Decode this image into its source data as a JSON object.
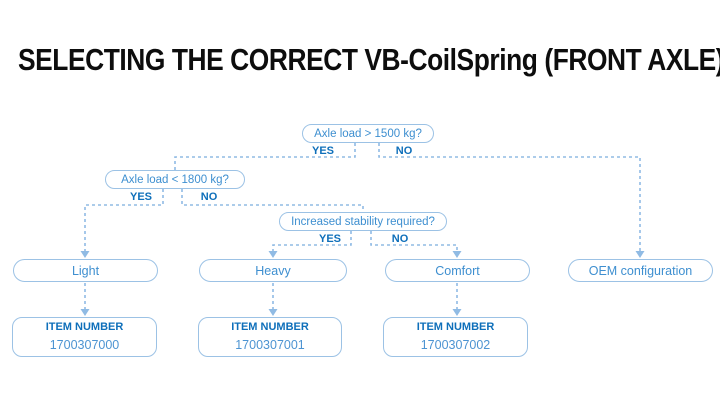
{
  "title": "SELECTING THE CORRECT VB-CoilSpring (FRONT AXLE)",
  "flowchart": {
    "decisions": [
      {
        "question": "Axle load > 1500 kg?",
        "yes_label": "YES",
        "no_label": "NO"
      },
      {
        "question": "Axle load < 1800 kg?",
        "yes_label": "YES",
        "no_label": "NO"
      },
      {
        "question": "Increased stability required?",
        "yes_label": "YES",
        "no_label": "NO"
      }
    ],
    "options": [
      {
        "label": "Light",
        "item_number_label": "ITEM NUMBER",
        "item_number": "1700307000"
      },
      {
        "label": "Heavy",
        "item_number_label": "ITEM NUMBER",
        "item_number": "1700307001"
      },
      {
        "label": "Comfort",
        "item_number_label": "ITEM NUMBER",
        "item_number": "1700307002"
      },
      {
        "label": "OEM configuration"
      }
    ],
    "colors": {
      "label_blue": "#0e6fba",
      "text_blue": "#3e8fd0",
      "line_blue": "#90bbe4",
      "title_black": "#0d0d0d"
    }
  }
}
